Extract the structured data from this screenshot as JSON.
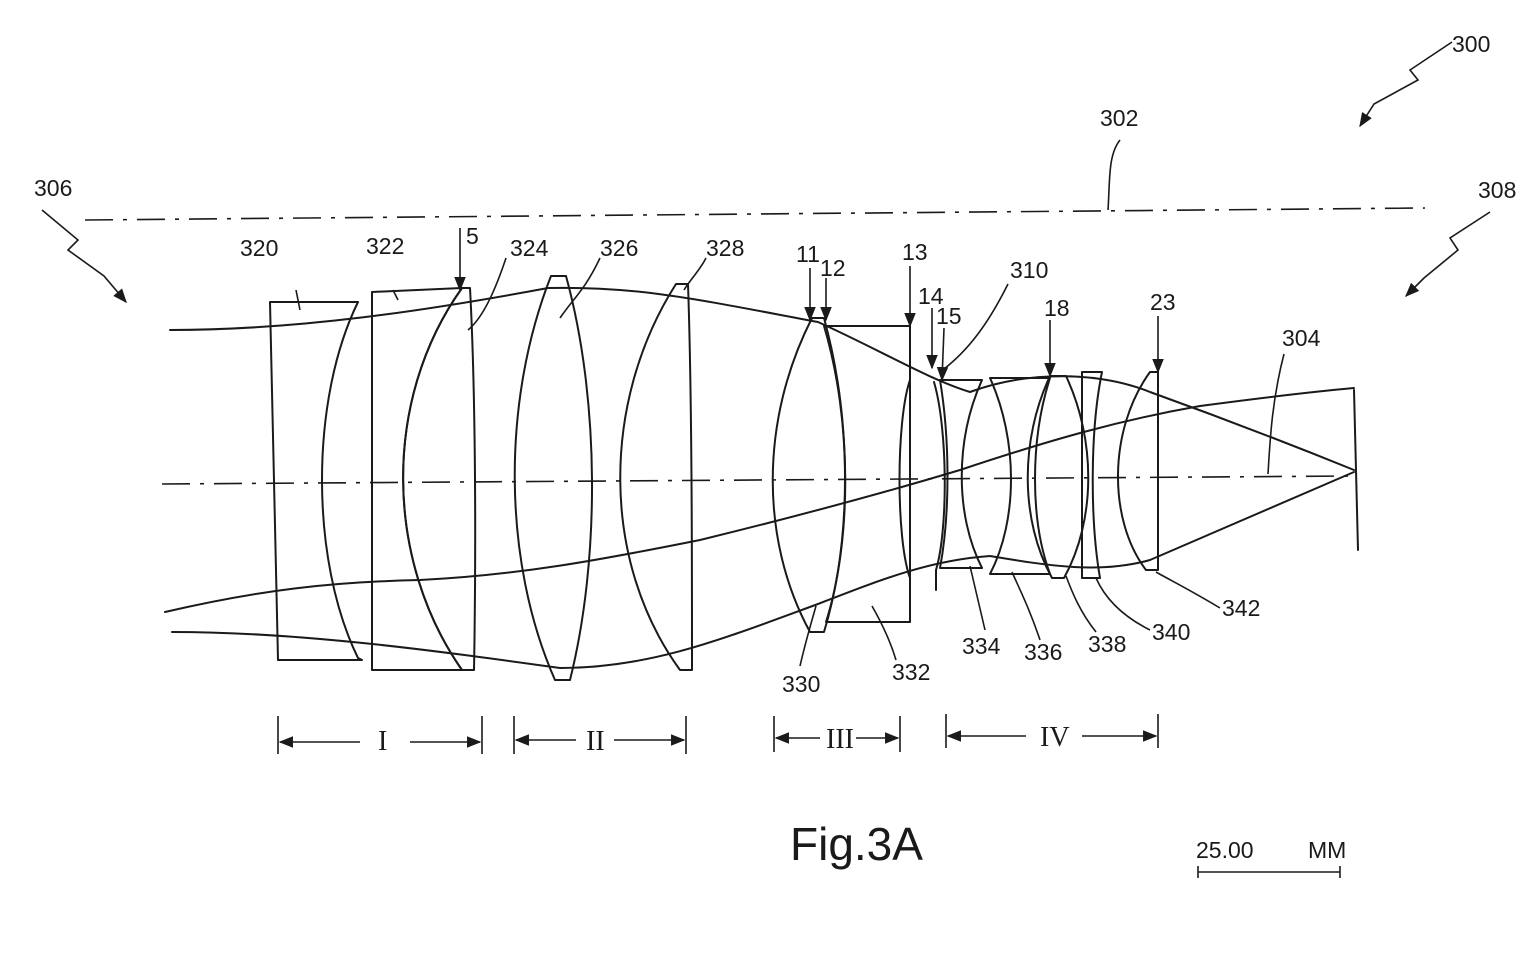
{
  "figure": {
    "caption": "Fig.3A",
    "scale_bar": {
      "value": "25.00",
      "unit": "MM"
    }
  },
  "labels": {
    "system": "300",
    "optical_axis_line": "302",
    "object_side": "306",
    "image_side": "308",
    "image_plane": "304",
    "aperture_region": "310",
    "lens_320": "320",
    "lens_322": "322",
    "lens_324": "324",
    "lens_326": "326",
    "lens_328": "328",
    "lens_330": "330",
    "lens_332": "332",
    "lens_334": "334",
    "lens_336": "336",
    "lens_338": "338",
    "lens_340": "340",
    "lens_342": "342"
  },
  "surfaces": {
    "s5": "5",
    "s11": "11",
    "s12": "12",
    "s13": "13",
    "s14": "14",
    "s15": "15",
    "s18": "18",
    "s23": "23"
  },
  "groups": {
    "g1": "I",
    "g2": "II",
    "g3": "III",
    "g4": "IV"
  }
}
